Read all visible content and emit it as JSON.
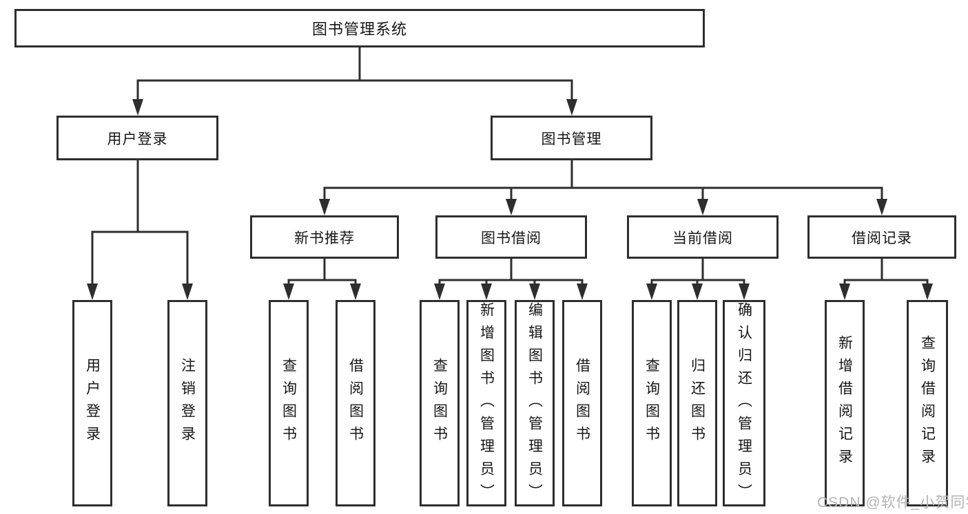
{
  "tree": {
    "root": {
      "label": "图书管理系统",
      "children": [
        {
          "label": "用户登录",
          "children": [
            {
              "label": "用户登录"
            },
            {
              "label": "注销登录"
            }
          ]
        },
        {
          "label": "图书管理",
          "children": [
            {
              "label": "新书推荐",
              "children": [
                {
                  "label": "查询图书"
                },
                {
                  "label": "借阅图书"
                }
              ]
            },
            {
              "label": "图书借阅",
              "children": [
                {
                  "label": "查询图书"
                },
                {
                  "label": "新增图书（管理员）"
                },
                {
                  "label": "编辑图书（管理员）"
                },
                {
                  "label": "借阅图书"
                }
              ]
            },
            {
              "label": "当前借阅",
              "children": [
                {
                  "label": "查询图书"
                },
                {
                  "label": "归还图书"
                },
                {
                  "label": "确认归还（管理员）"
                }
              ]
            },
            {
              "label": "借阅记录",
              "children": [
                {
                  "label": "新增借阅记录"
                },
                {
                  "label": "查询借阅记录"
                }
              ]
            }
          ]
        }
      ]
    }
  },
  "watermark": {
    "text": "CSDN @软件_小贺同学"
  },
  "colors": {
    "line": "#2e2e2e",
    "box_border": "#2e2e2e",
    "text": "#161616",
    "background": "#ffffff",
    "watermark": "#b3b3b3"
  }
}
